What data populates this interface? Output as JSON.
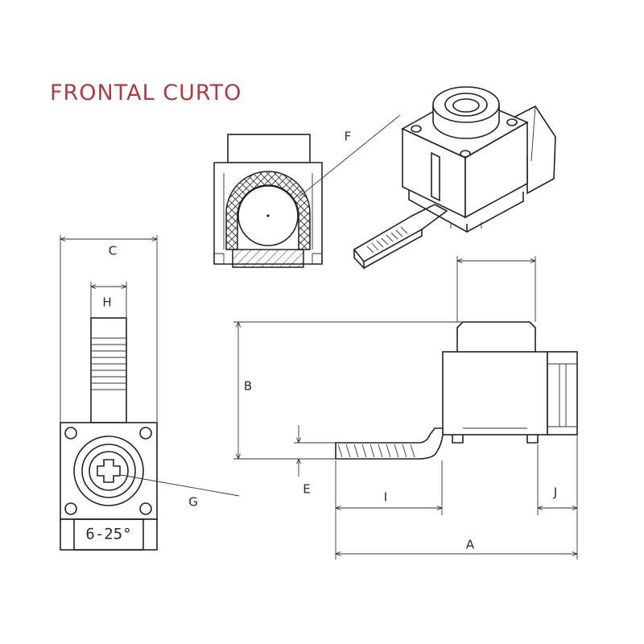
{
  "title": "FRONTAL CURTO",
  "labels": {
    "a": "A",
    "b": "B",
    "c": "C",
    "e": "E",
    "f": "F",
    "g": "G",
    "h": "H",
    "i": "I",
    "j": "J"
  },
  "stamp": "6-25°",
  "colors": {
    "title": "#b13a3e",
    "line": "#222222"
  }
}
